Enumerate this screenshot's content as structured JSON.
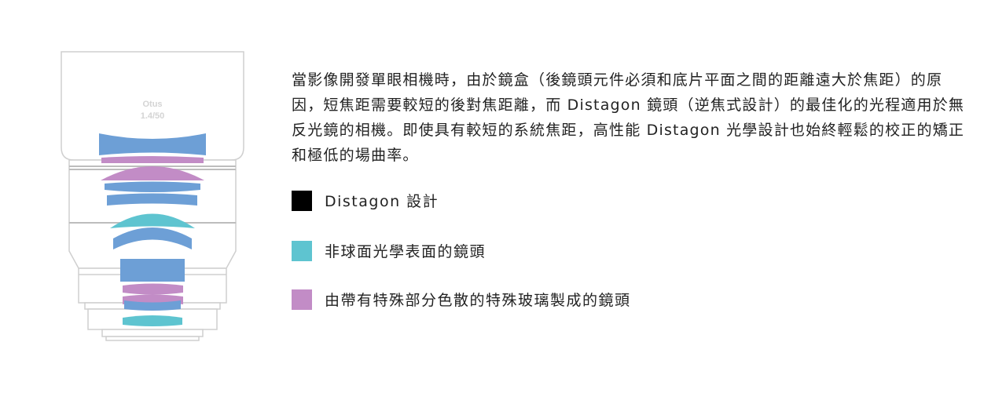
{
  "lens": {
    "engraving_line1": "Otus",
    "engraving_line2": "1.4/50"
  },
  "description": "當影像開發單眼相機時，由於鏡盒（後鏡頭元件必須和底片平面之間的距離遠大於焦距）的原因，短焦距需要較短的後對焦距離，而 Distagon 鏡頭（逆焦式設計）的最佳化的光程適用於無反光鏡的相機。即使具有較短的系統焦距，高性能 Distagon 光學設計也始終輕鬆的校正的矯正和極低的場曲率。",
  "legend": [
    {
      "label": "Distagon 設計",
      "color": "#000000"
    },
    {
      "label": "非球面光學表面的鏡頭",
      "color": "#5ec4d0"
    },
    {
      "label": "由帶有特殊部分色散的特殊玻璃製成的鏡頭",
      "color": "#c28cc6"
    }
  ],
  "colors": {
    "standard_glass": "#6d9fd6",
    "aspheric": "#5ec4d0",
    "special_glass": "#c28cc6",
    "lens_body": "#cfcfcf"
  }
}
